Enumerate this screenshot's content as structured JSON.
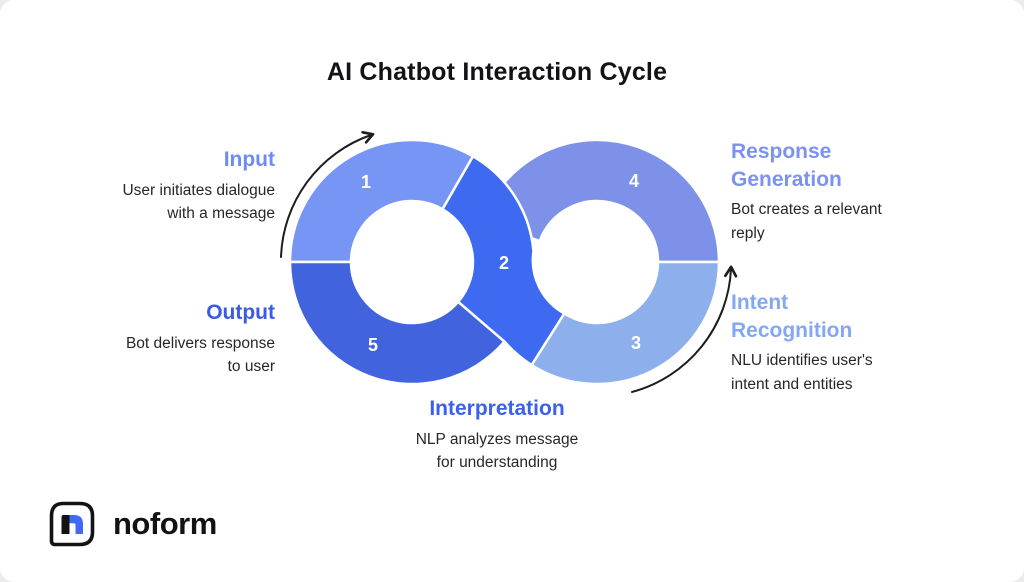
{
  "title": "AI Chatbot Interaction Cycle",
  "diagram": {
    "numbers": {
      "n1": "1",
      "n2": "2",
      "n3": "3",
      "n4": "4",
      "n5": "5"
    },
    "segments": {
      "s1": {
        "number": "1",
        "step": "Input",
        "color": "#7795f5"
      },
      "s2": {
        "number": "2",
        "step": "Interpretation",
        "color": "#3d6af0"
      },
      "s3": {
        "number": "3",
        "step": "Intent Recognition",
        "color": "#8db0ec"
      },
      "s4": {
        "number": "4",
        "step": "Response Generation",
        "color": "#7d91e9"
      },
      "s5": {
        "number": "5",
        "step": "Output",
        "color": "#4263de"
      }
    },
    "labels": {
      "input": {
        "heading": "Input",
        "desc_line1": "User initiates dialogue",
        "desc_line2": "with a message",
        "color": "#6e8bf5"
      },
      "output": {
        "heading": "Output",
        "desc_line1": "Bot delivers response",
        "desc_line2": "to user",
        "color": "#3a5ae8"
      },
      "interpretation": {
        "heading": "Interpretation",
        "desc_line1": "NLP analyzes message",
        "desc_line2": "for understanding",
        "color": "#3c60ec"
      },
      "intent": {
        "heading_line1": "Intent",
        "heading_line2": "Recognition",
        "desc_line1": "NLU identifies user's",
        "desc_line2": "intent and entities",
        "color": "#84a7f3"
      },
      "response": {
        "heading_line1": "Response",
        "heading_line2": "Generation",
        "desc_line1": "Bot creates a relevant",
        "desc_line2": "reply",
        "color": "#7b92f0"
      }
    },
    "arrow_color": "#1d1d1d"
  },
  "logo": {
    "text": "noform",
    "accent_color": "#4069f5",
    "ink_color": "#131316"
  }
}
